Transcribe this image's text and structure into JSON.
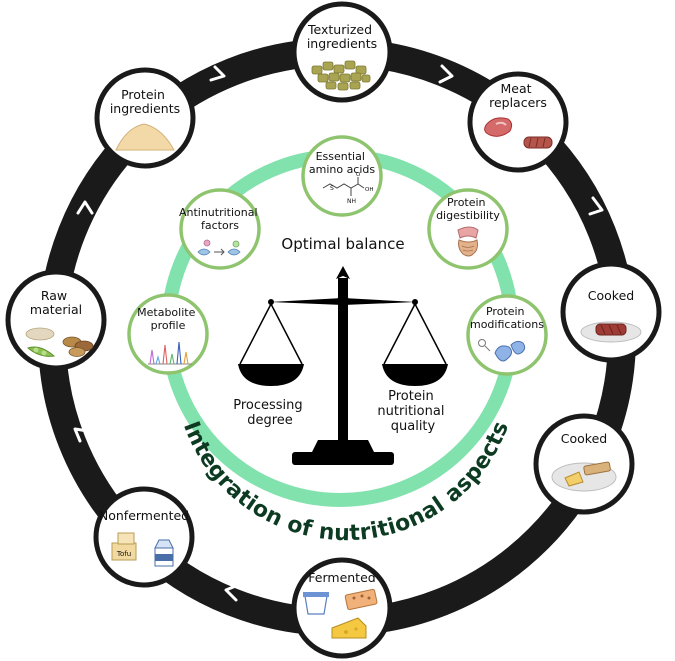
{
  "outer_nodes": {
    "texturized": [
      "Texturized",
      "ingredients"
    ],
    "meat_replacers": [
      "Meat",
      "replacers"
    ],
    "cooked_top": [
      "Cooked"
    ],
    "cooked_bottom": [
      "Cooked"
    ],
    "fermented": [
      "Fermented"
    ],
    "nonfermented": [
      "Nonfermented"
    ],
    "raw_material": [
      "Raw",
      "material"
    ],
    "protein_ingredients": [
      "Protein",
      "ingredients"
    ]
  },
  "inner_nodes": {
    "essential_amino_acids": [
      "Essential",
      "amino acids"
    ],
    "protein_digestibility": [
      "Protein",
      "digestibility"
    ],
    "protein_modifications": [
      "Protein",
      "modifications"
    ],
    "antinutritional_factors": [
      "Antinutritional",
      "factors"
    ],
    "metabolite_profile": [
      "Metabolite",
      "profile"
    ]
  },
  "center": {
    "title": "Optimal balance",
    "left_pan": [
      "Processing",
      "degree"
    ],
    "right_pan": [
      "Protein",
      "nutritional",
      "quality"
    ]
  },
  "ring_label": "Integration of nutritional aspects",
  "small_labels": {
    "tofu": "Tofu",
    "nh2": "NH",
    "oh": "OH",
    "o": "O",
    "s": "S"
  },
  "colors": {
    "outer_ring": "#1a1a1a",
    "inner_ring": "#82e2ad",
    "inner_node_border": "#8fc46f",
    "ring_label": "#0c3b22",
    "scale": "#000000"
  }
}
